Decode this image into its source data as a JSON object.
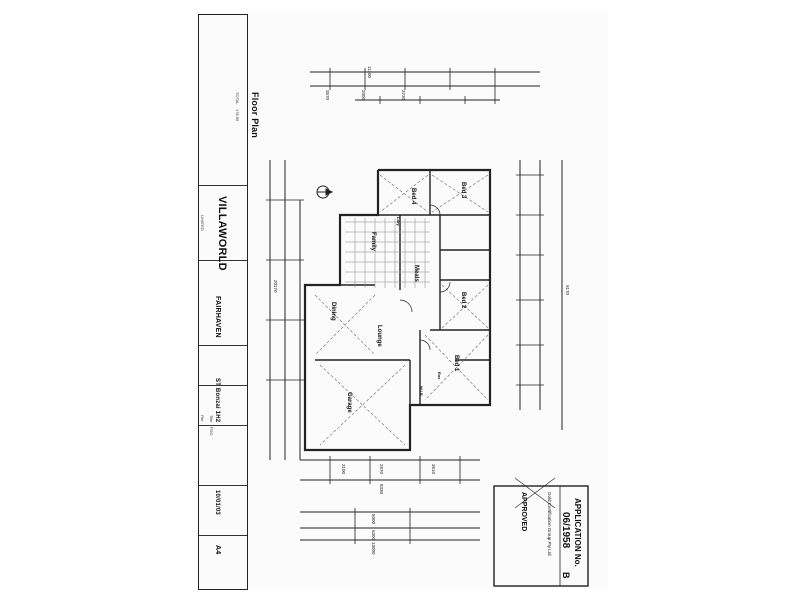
{
  "title_block": {
    "brand": "VILLAWORLD",
    "brand_sub": "LIMITED",
    "project": "FAIRHAVEN",
    "drawing_title": "Floor Plan",
    "lot_code": "ST Bonzai 1H2",
    "sheet_code": "10/01/03",
    "size": "A4",
    "file_label": "File",
    "title_label": "Title",
    "title_code": "FDG",
    "total_label": "TOTAL",
    "total_area": "178.56"
  },
  "rooms": {
    "bed4": "Bed 4",
    "bed3": "Bed 3",
    "bed2": "Bed 2",
    "bed1": "Bed 1",
    "family": "Family",
    "meals": "Meals",
    "dining": "Dining",
    "lounge": "Lounge",
    "garage": "Garage",
    "ens": "Ens",
    "wir": "W.I.R",
    "ldry": "Ldry"
  },
  "stamp": {
    "heading": "APPLICATION No.",
    "number": "06/1958",
    "suffix": "B",
    "company": "Gold Certification Group Pty Ltd",
    "approved": "APPROVED"
  },
  "dimensions": {
    "overall_top": "11100",
    "overall_bottom": "13000",
    "overall_right": "9170",
    "overall_left": "20170",
    "seg_a": "3570",
    "seg_b": "2000",
    "seg_c": "3730",
    "seg_d": "3100",
    "seg_e": "2670",
    "seg_f": "3610",
    "seg_g": "5000",
    "seg_h": "6300",
    "seg_i": "8330"
  }
}
